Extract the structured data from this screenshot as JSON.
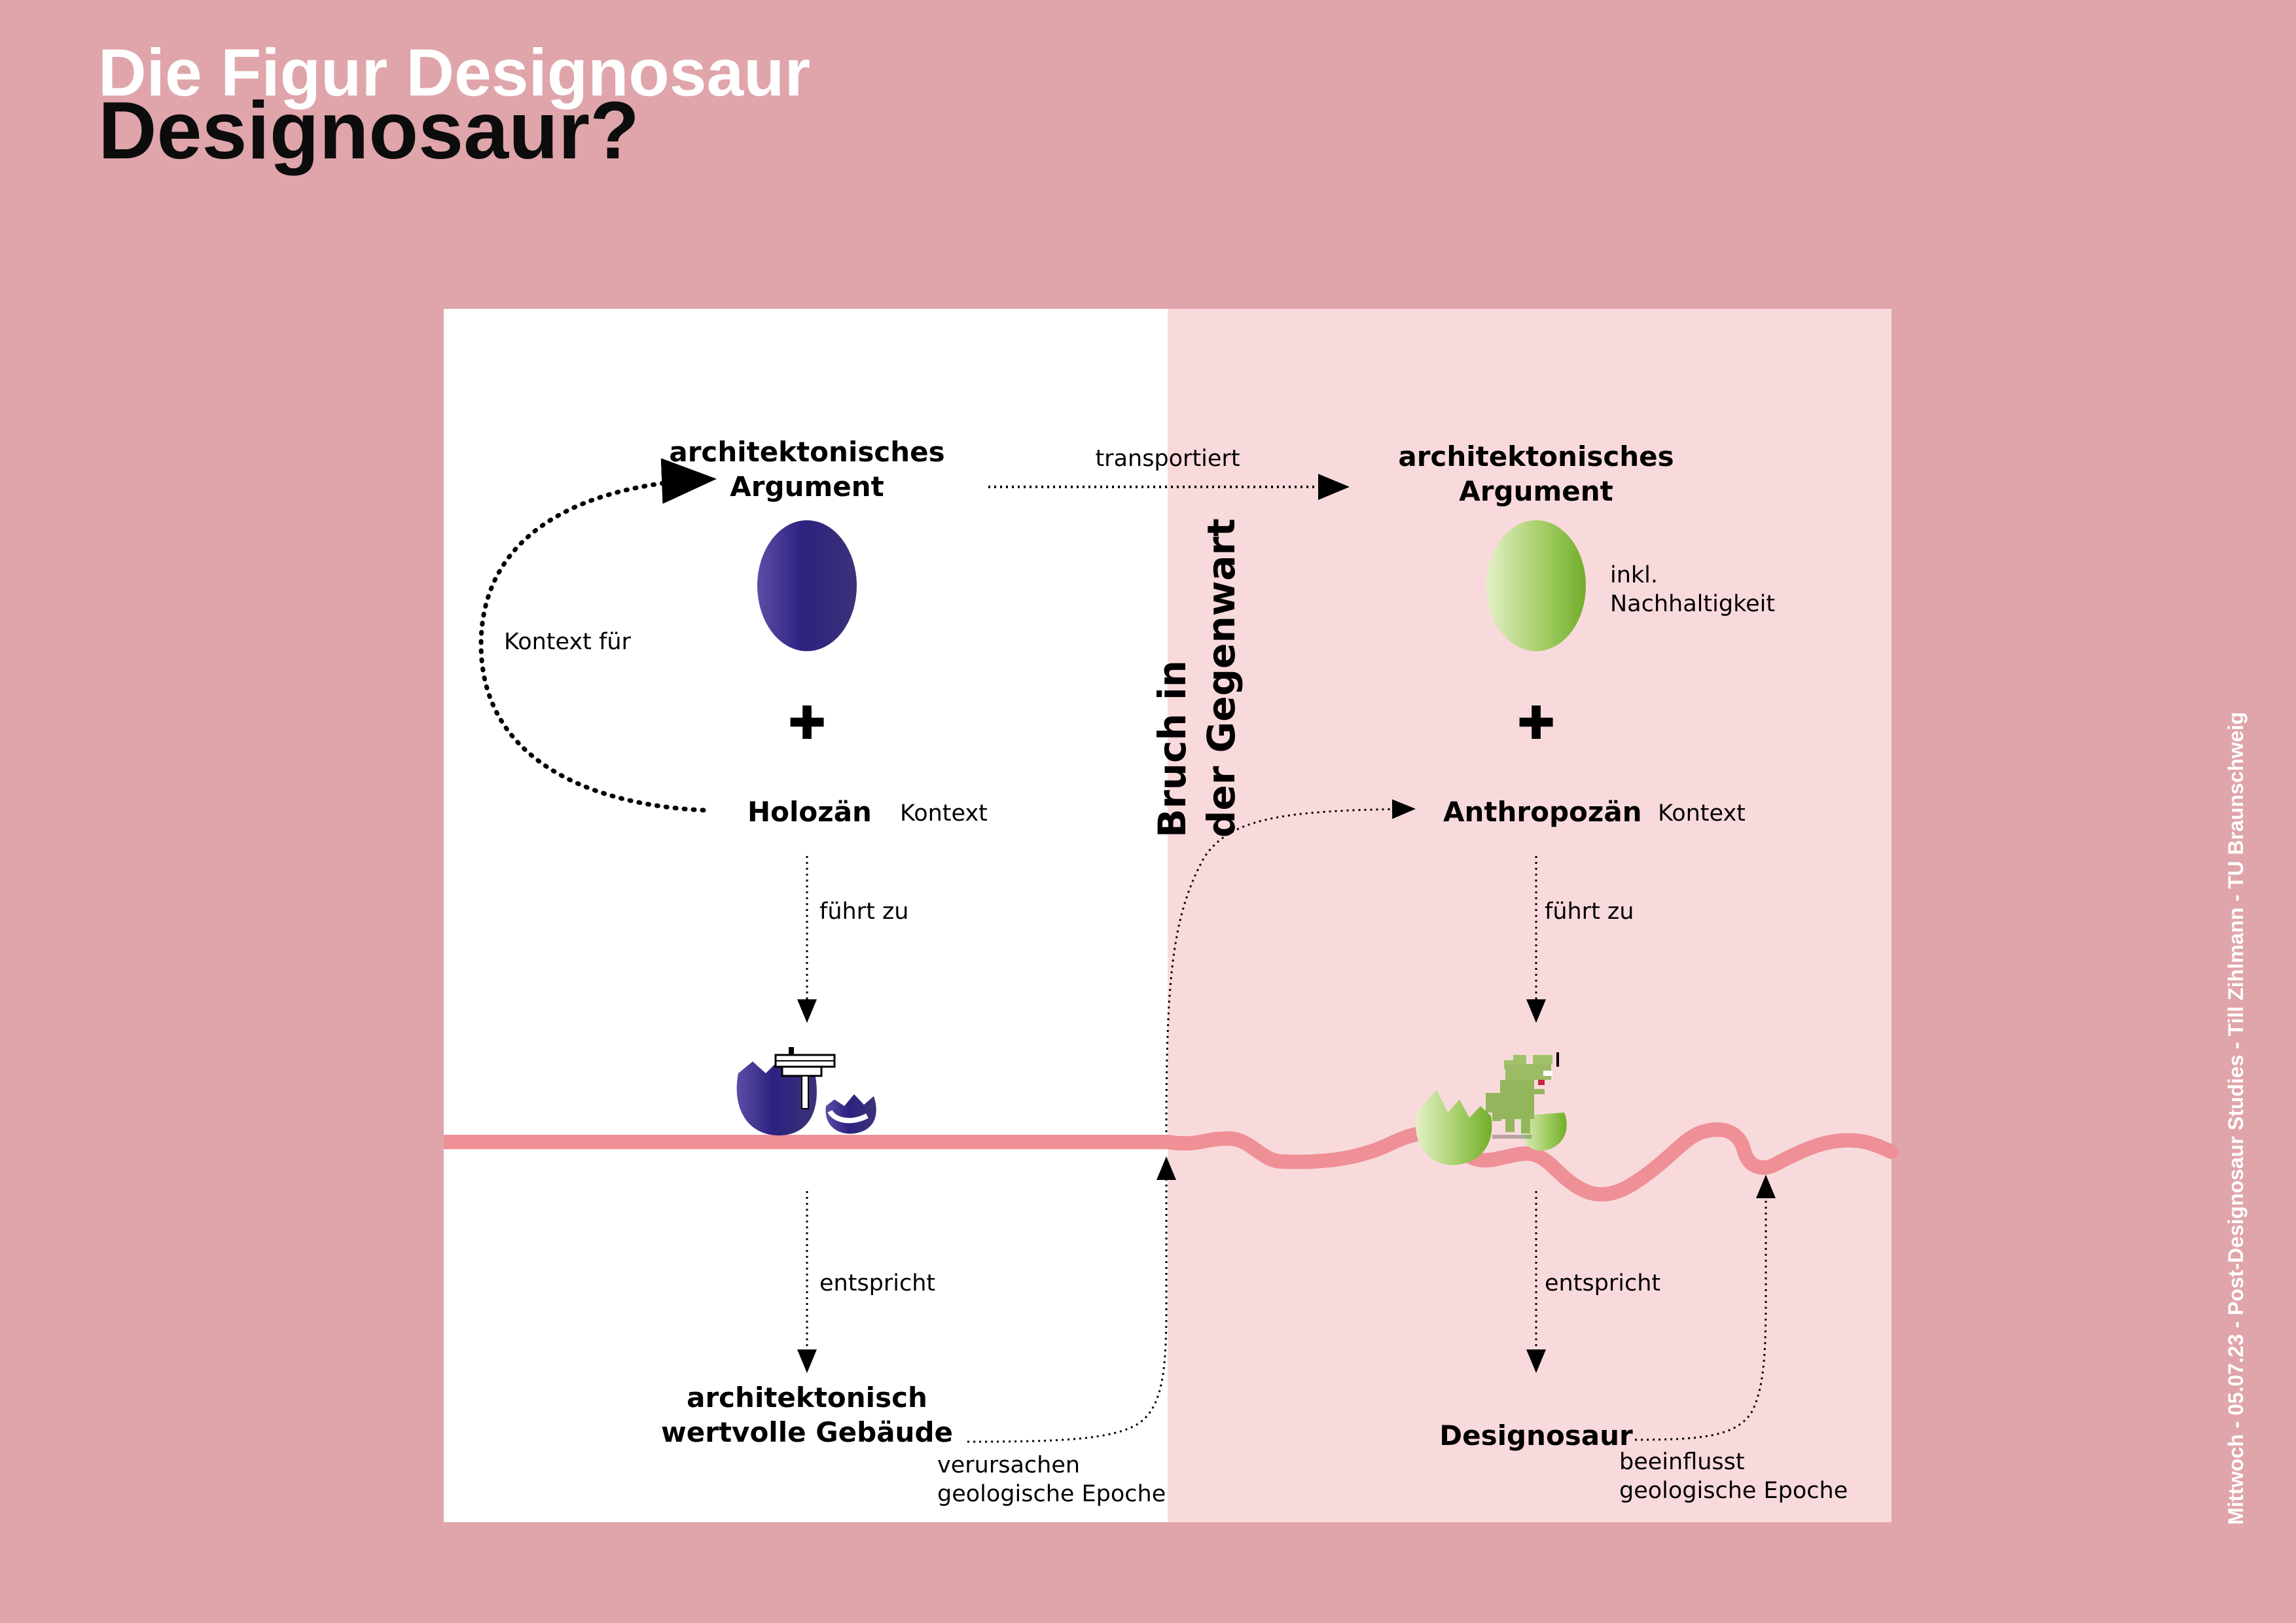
{
  "page": {
    "title_top": "Die Figur Designosaur",
    "title_main": "Designosaur?",
    "footer": "Mittwoch - 05.07.23 - Post-Designosaur Studies - Till Zihlmann - TU Braunschweig"
  },
  "colors": {
    "background": "#dfa5aa",
    "left_panel": "#ffffff",
    "right_panel": "#f9dadc",
    "timeline": "#ee9096",
    "egg_purple": "#3a2a86",
    "egg_green": "#8bc34a"
  },
  "divider_label": {
    "line1": "Bruch in",
    "line2": "der Gegenwart"
  },
  "left": {
    "argument_line1": "architektonisches",
    "argument_line2": "Argument",
    "context_arrow_label": "Kontext für",
    "plus": "✚",
    "epoch": "Holozän",
    "epoch_tag": "Kontext",
    "leads_to": "führt zu",
    "equals": "entspricht",
    "result_line1": "architektonisch",
    "result_line2": "wertvolle Gebäude",
    "effect_line1": "verursachen",
    "effect_line2": "geologische Epoche"
  },
  "transport_label": "transportiert",
  "right": {
    "argument_line1": "architektonisches",
    "argument_line2": "Argument",
    "note_line1": "inkl.",
    "note_line2": "Nachhaltigkeit",
    "plus": "✚",
    "epoch": "Anthropozän",
    "epoch_tag": "Kontext",
    "leads_to": "führt zu",
    "equals": "entspricht",
    "result": "Designosaur",
    "effect_line1": "beeinflusst",
    "effect_line2": "geologische Epoche"
  }
}
